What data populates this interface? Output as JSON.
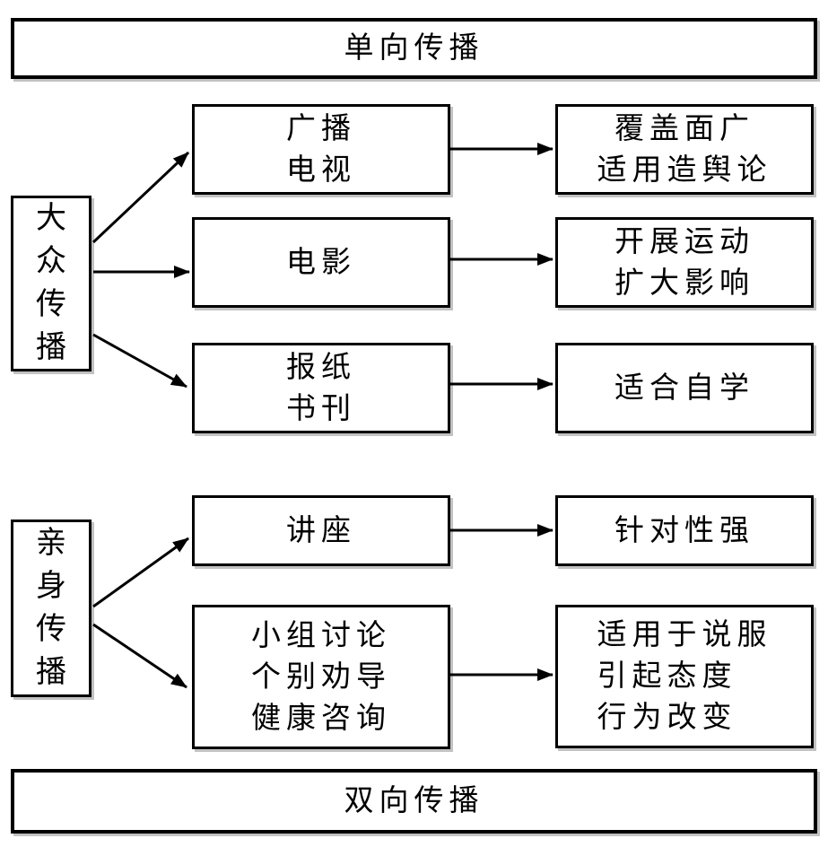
{
  "diagram": {
    "top_banner": "单向传播",
    "bottom_banner": "双向传播",
    "mass": {
      "source": "大众传播",
      "rows": [
        {
          "channel": "广播\n电视",
          "outcome": "覆盖面广\n适用造舆论"
        },
        {
          "channel": "电影",
          "outcome": "开展运动\n扩大影响"
        },
        {
          "channel": "报纸\n书刊",
          "outcome": "适合自学"
        }
      ]
    },
    "personal": {
      "source": "亲身传播",
      "rows": [
        {
          "channel": "讲座",
          "outcome": "针对性强"
        },
        {
          "channel": "小组讨论\n个别劝导\n健康咨询",
          "outcome": "适用于说服\n引起态度\n行为改变"
        }
      ]
    },
    "colors": {
      "line": "#000000",
      "box_background": "#ffffff",
      "text": "#000000"
    }
  }
}
